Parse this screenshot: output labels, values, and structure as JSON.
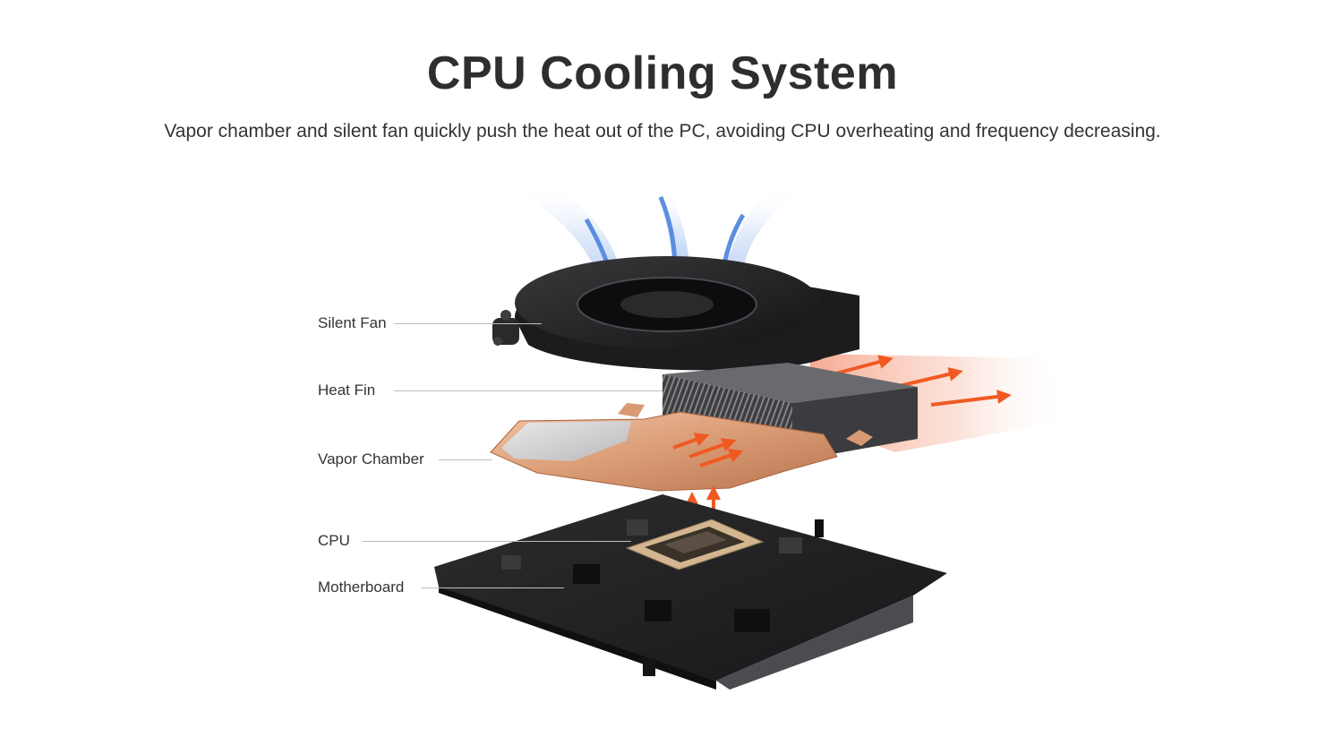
{
  "header": {
    "title": "CPU Cooling System",
    "subtitle": "Vapor chamber and silent fan quickly push the heat out of the PC, avoiding CPU overheating and frequency decreasing."
  },
  "diagram": {
    "components": [
      {
        "key": "fan",
        "label": "Silent Fan"
      },
      {
        "key": "fin",
        "label": "Heat Fin"
      },
      {
        "key": "chamber",
        "label": "Vapor Chamber"
      },
      {
        "key": "cpu",
        "label": "CPU"
      },
      {
        "key": "board",
        "label": "Motherboard"
      }
    ],
    "colors": {
      "airflow_in": "#6f9be6",
      "heat_out": "#f0602a",
      "copper": "#d79a72",
      "fan_body": "#1f1f21",
      "fin": "#4a4a4d",
      "board": "#232325"
    }
  }
}
